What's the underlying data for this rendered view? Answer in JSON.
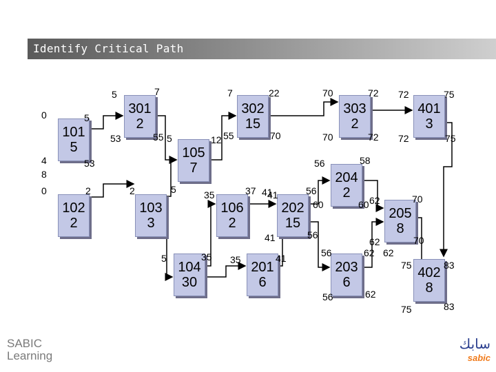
{
  "title": "Identify Critical Path",
  "nodes": [
    {
      "id": "n101",
      "num": "101",
      "dur": "5",
      "es": "0",
      "ef": "5",
      "ls": "4",
      "ls2": "8",
      "lf": "53"
    },
    {
      "id": "n102",
      "num": "102",
      "dur": "2",
      "es": "0",
      "ef": "2"
    },
    {
      "id": "n301",
      "num": "301",
      "dur": "2",
      "es": "5",
      "ef": "7",
      "ls": "53",
      "lf": "55"
    },
    {
      "id": "n103",
      "num": "103",
      "dur": "3",
      "es": "2",
      "ef": "5"
    },
    {
      "id": "n105",
      "num": "105",
      "dur": "7",
      "es": "5",
      "ef": "12",
      "ls": "55"
    },
    {
      "id": "n302",
      "num": "302",
      "dur": "15",
      "es": "7",
      "ef": "22",
      "ls": "55",
      "lf": "70"
    },
    {
      "id": "n104",
      "num": "104",
      "dur": "30",
      "es": "5",
      "ef": "35"
    },
    {
      "id": "n106",
      "num": "106",
      "dur": "2",
      "es": "35",
      "ef": "37"
    },
    {
      "id": "n201",
      "num": "201",
      "dur": "6",
      "es": "35",
      "ef": "41"
    },
    {
      "id": "n202",
      "num": "202",
      "dur": "15",
      "es": "41",
      "ef": "56",
      "ls": "41",
      "lf": "56",
      "extra": "60"
    },
    {
      "id": "n303",
      "num": "303",
      "dur": "2",
      "es": "70",
      "ef": "72",
      "ls": "70",
      "lf": "72"
    },
    {
      "id": "n204",
      "num": "204",
      "dur": "2",
      "es": "56",
      "ef": "58",
      "ls": "60",
      "lf": "62"
    },
    {
      "id": "n203",
      "num": "203",
      "dur": "6",
      "es": "56",
      "ef": "62",
      "ls": "56",
      "lf": "62"
    },
    {
      "id": "n401",
      "num": "401",
      "dur": "3",
      "es": "72",
      "ef": "75",
      "ls": "72",
      "lf": "75"
    },
    {
      "id": "n205",
      "num": "205",
      "dur": "8",
      "es": "62",
      "ef": "70",
      "ls": "62",
      "lf": "70"
    },
    {
      "id": "n402",
      "num": "402",
      "dur": "8",
      "es": "75",
      "ef": "83",
      "ls": "75",
      "lf": "83"
    }
  ],
  "extra_labels": {
    "l41": "41"
  },
  "logos": {
    "left_line1": "SABIC",
    "left_line2": "Learning",
    "right_arabic": "سابك",
    "right_latin": "sabic"
  },
  "colors": {
    "node_fill": "#c3c8e6",
    "node_border": "#8890b8",
    "shadow": "#6e6e8a",
    "arrow": "#000000"
  }
}
